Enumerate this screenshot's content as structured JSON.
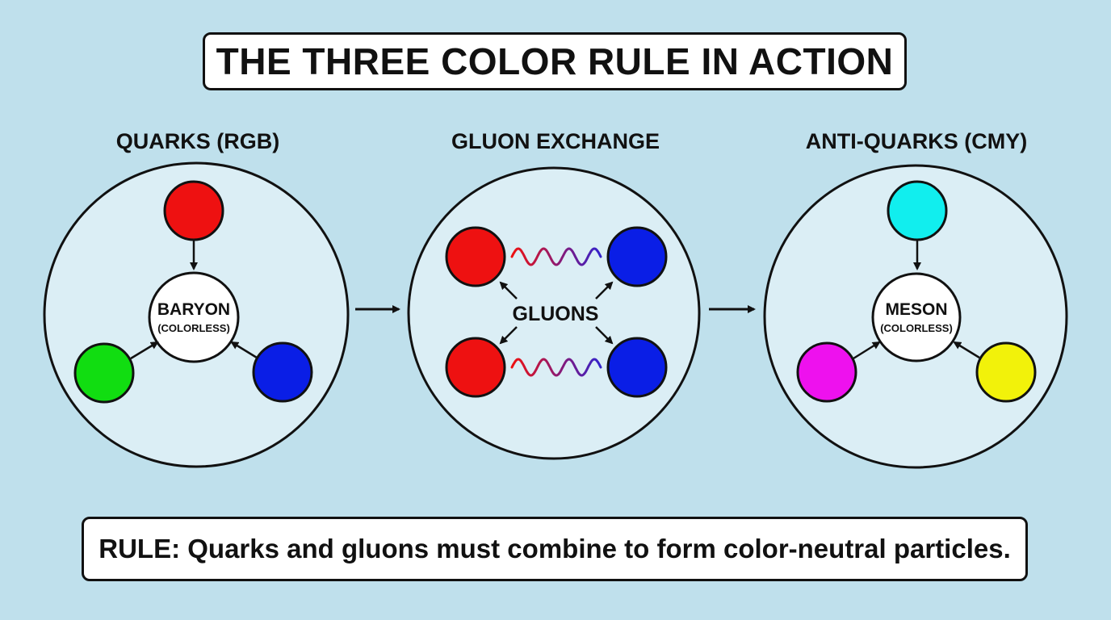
{
  "title": "THE THREE COLOR RULE IN ACTION",
  "panels": [
    {
      "label": "QUARKS (RGB)",
      "center_label": "BARYON",
      "center_sub": "(COLORLESS)",
      "particles": [
        {
          "name": "red-quark",
          "color": "#ee1111"
        },
        {
          "name": "green-quark",
          "color": "#11dd11"
        },
        {
          "name": "blue-quark",
          "color": "#0a1ee6"
        }
      ]
    },
    {
      "label": "GLUON EXCHANGE",
      "center_label": "GLUONS",
      "particles": [
        {
          "name": "red-quark-top",
          "color": "#ee1111"
        },
        {
          "name": "blue-quark-top",
          "color": "#0a1ee6"
        },
        {
          "name": "red-quark-bottom",
          "color": "#ee1111"
        },
        {
          "name": "blue-quark-bottom",
          "color": "#0a1ee6"
        }
      ]
    },
    {
      "label": "ANTI-QUARKS (CMY)",
      "center_label": "MESON",
      "center_sub": "(COLORLESS)",
      "particles": [
        {
          "name": "cyan-antiquark",
          "color": "#11eeee"
        },
        {
          "name": "magenta-antiquark",
          "color": "#ee11ee"
        },
        {
          "name": "yellow-antiquark",
          "color": "#f2f20a"
        }
      ]
    }
  ],
  "rule": "RULE: Quarks and gluons must combine to form color-neutral particles.",
  "colors": {
    "background": "#bfe0ec",
    "panel_fill": "#dbeef5",
    "gluon_wave_start": "#ee1111",
    "gluon_wave_end": "#3322cc"
  }
}
